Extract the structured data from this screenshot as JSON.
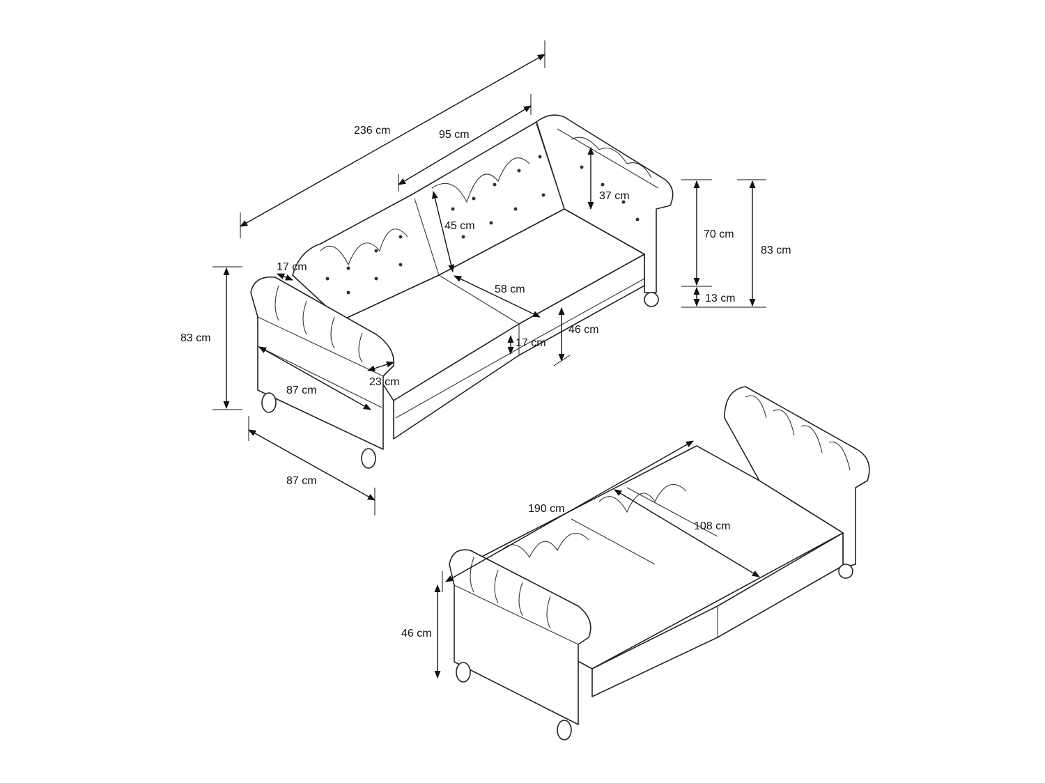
{
  "diagram": {
    "sofa_mode": {
      "overall_length": "236 cm",
      "seat_cushion_width": "95 cm",
      "back_cushion_height": "37 cm",
      "backrest_height": "45 cm",
      "arm_roll_width": "17 cm",
      "seat_depth": "58 cm",
      "back_height_above_legs": "70 cm",
      "leg_height": "13 cm",
      "total_height_right": "83 cm",
      "total_height_left": "83 cm",
      "seat_cushion_thickness": "17 cm",
      "seat_height": "46 cm",
      "arm_width": "23 cm",
      "inner_depth": "87 cm",
      "overall_depth": "87 cm"
    },
    "bed_mode": {
      "bed_length": "190 cm",
      "bed_width": "108 cm",
      "bed_height": "46 cm"
    }
  }
}
